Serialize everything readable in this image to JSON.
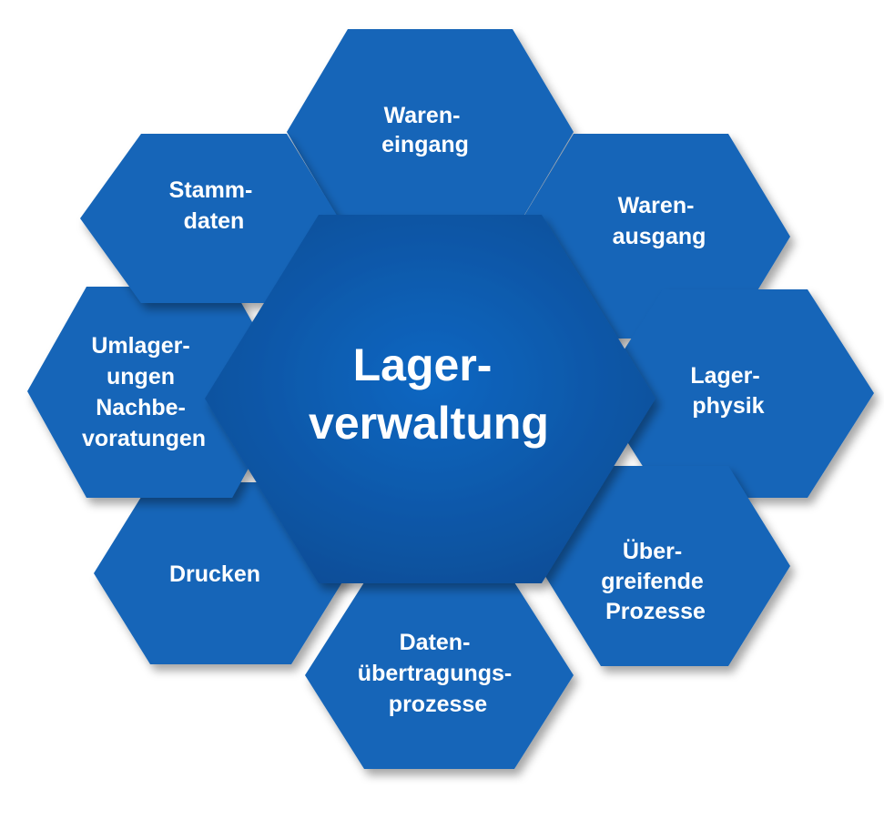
{
  "center": {
    "lines": [
      "Lager-",
      "verwaltung"
    ]
  },
  "segments": [
    {
      "id": "wareneingang",
      "lines": [
        "Waren-",
        "eingang"
      ]
    },
    {
      "id": "warenausgang",
      "lines": [
        "Waren-",
        "ausgang"
      ]
    },
    {
      "id": "lagerphysik",
      "lines": [
        "Lager-",
        "physik"
      ]
    },
    {
      "id": "uebergreifende",
      "lines": [
        "Über-",
        "greifende",
        "Prozesse"
      ]
    },
    {
      "id": "datenuebertragung",
      "lines": [
        "Daten-",
        "übertragungs-",
        "prozesse"
      ]
    },
    {
      "id": "drucken",
      "lines": [
        "Drucken"
      ]
    },
    {
      "id": "umlagerungen",
      "lines": [
        "Umlager-",
        "ungen",
        "Nachbe-",
        "voratungen"
      ]
    },
    {
      "id": "stammdaten",
      "lines": [
        "Stamm-",
        "daten"
      ]
    }
  ],
  "colors": {
    "outer_hex": "#1565b8",
    "center_hex_light": "#0f67c2",
    "center_hex_dark": "#0a4c95",
    "text": "#ffffff",
    "background": "#ffffff"
  }
}
